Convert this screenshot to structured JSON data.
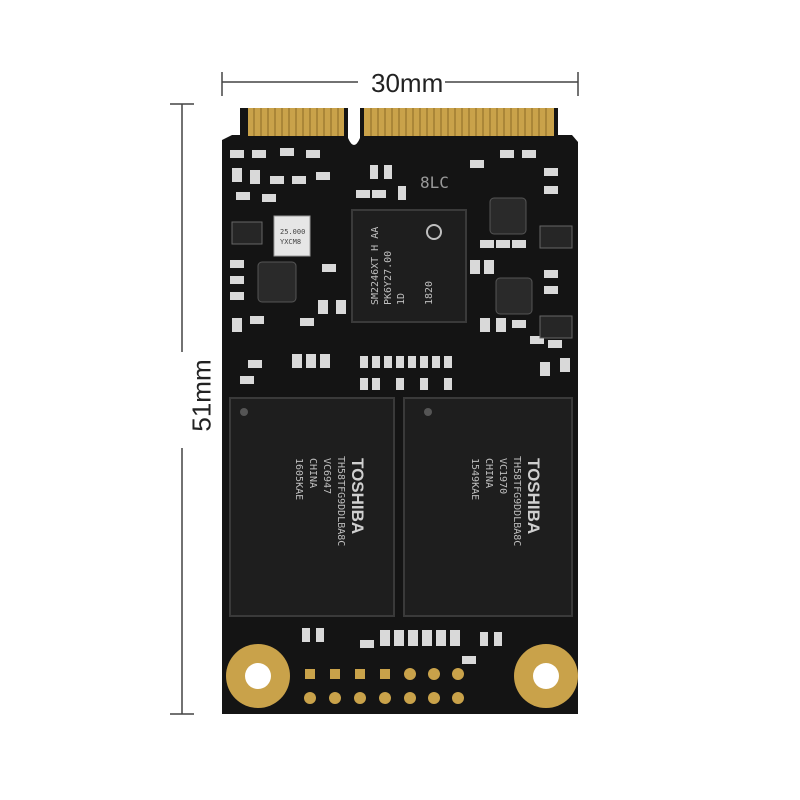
{
  "dimensions": {
    "width_label": "30mm",
    "height_label": "51mm"
  },
  "controller": {
    "line1": "SM2246XT H AA",
    "line2": "PK6Y27.00",
    "line3": "1D",
    "date_code": "1820"
  },
  "nand_left": {
    "brand": "TOSHIBA",
    "line1": "TH58TFG9DDLBA8C",
    "line2": "VC6947",
    "line3": "CHINA",
    "line4": "1605KAE"
  },
  "nand_right": {
    "brand": "TOSHIBA",
    "line1": "TH58TFG9DDLBA8C",
    "line2": "VC1970",
    "line3": "CHINA",
    "line4": "1549KAE"
  },
  "crystal": {
    "line1": "25.000",
    "line2": "YXCM8"
  },
  "board_label": "8LC",
  "colors": {
    "pcb": "#141414",
    "gold": "#c9a24a",
    "chip": "#1e1e1e",
    "component": "#d9d9d9"
  }
}
